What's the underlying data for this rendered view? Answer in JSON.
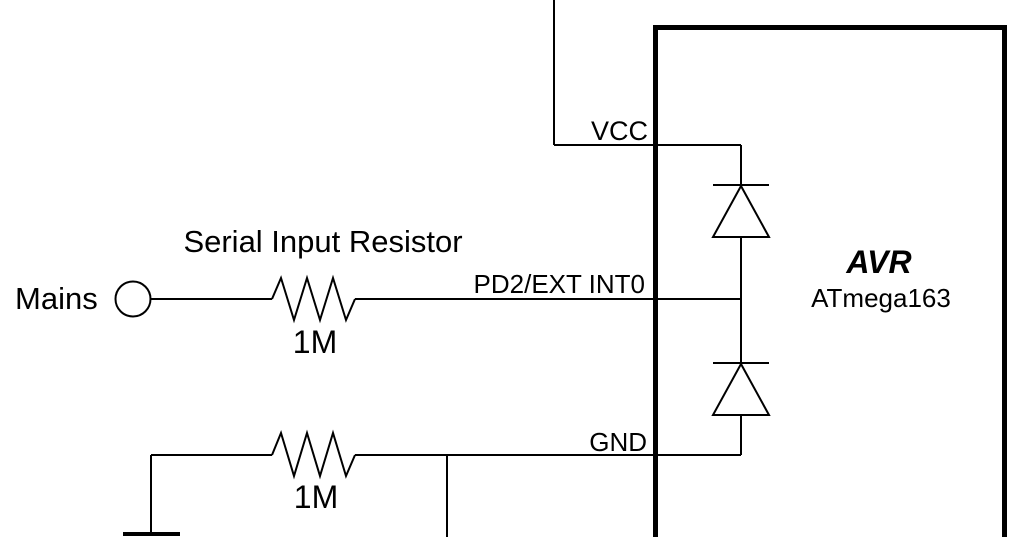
{
  "schematic": {
    "annotation": "Serial Input Resistor",
    "source_label": "Mains",
    "resistors": {
      "top_value": "1M",
      "bottom_value": "1M"
    },
    "chip": {
      "name": "AVR",
      "part": "ATmega163"
    },
    "pins": {
      "pd2": "PD2/EXT INT0",
      "vcc": "VCC",
      "gnd": "GND"
    },
    "colors": {
      "line": "#000000",
      "background": "#ffffff"
    }
  }
}
